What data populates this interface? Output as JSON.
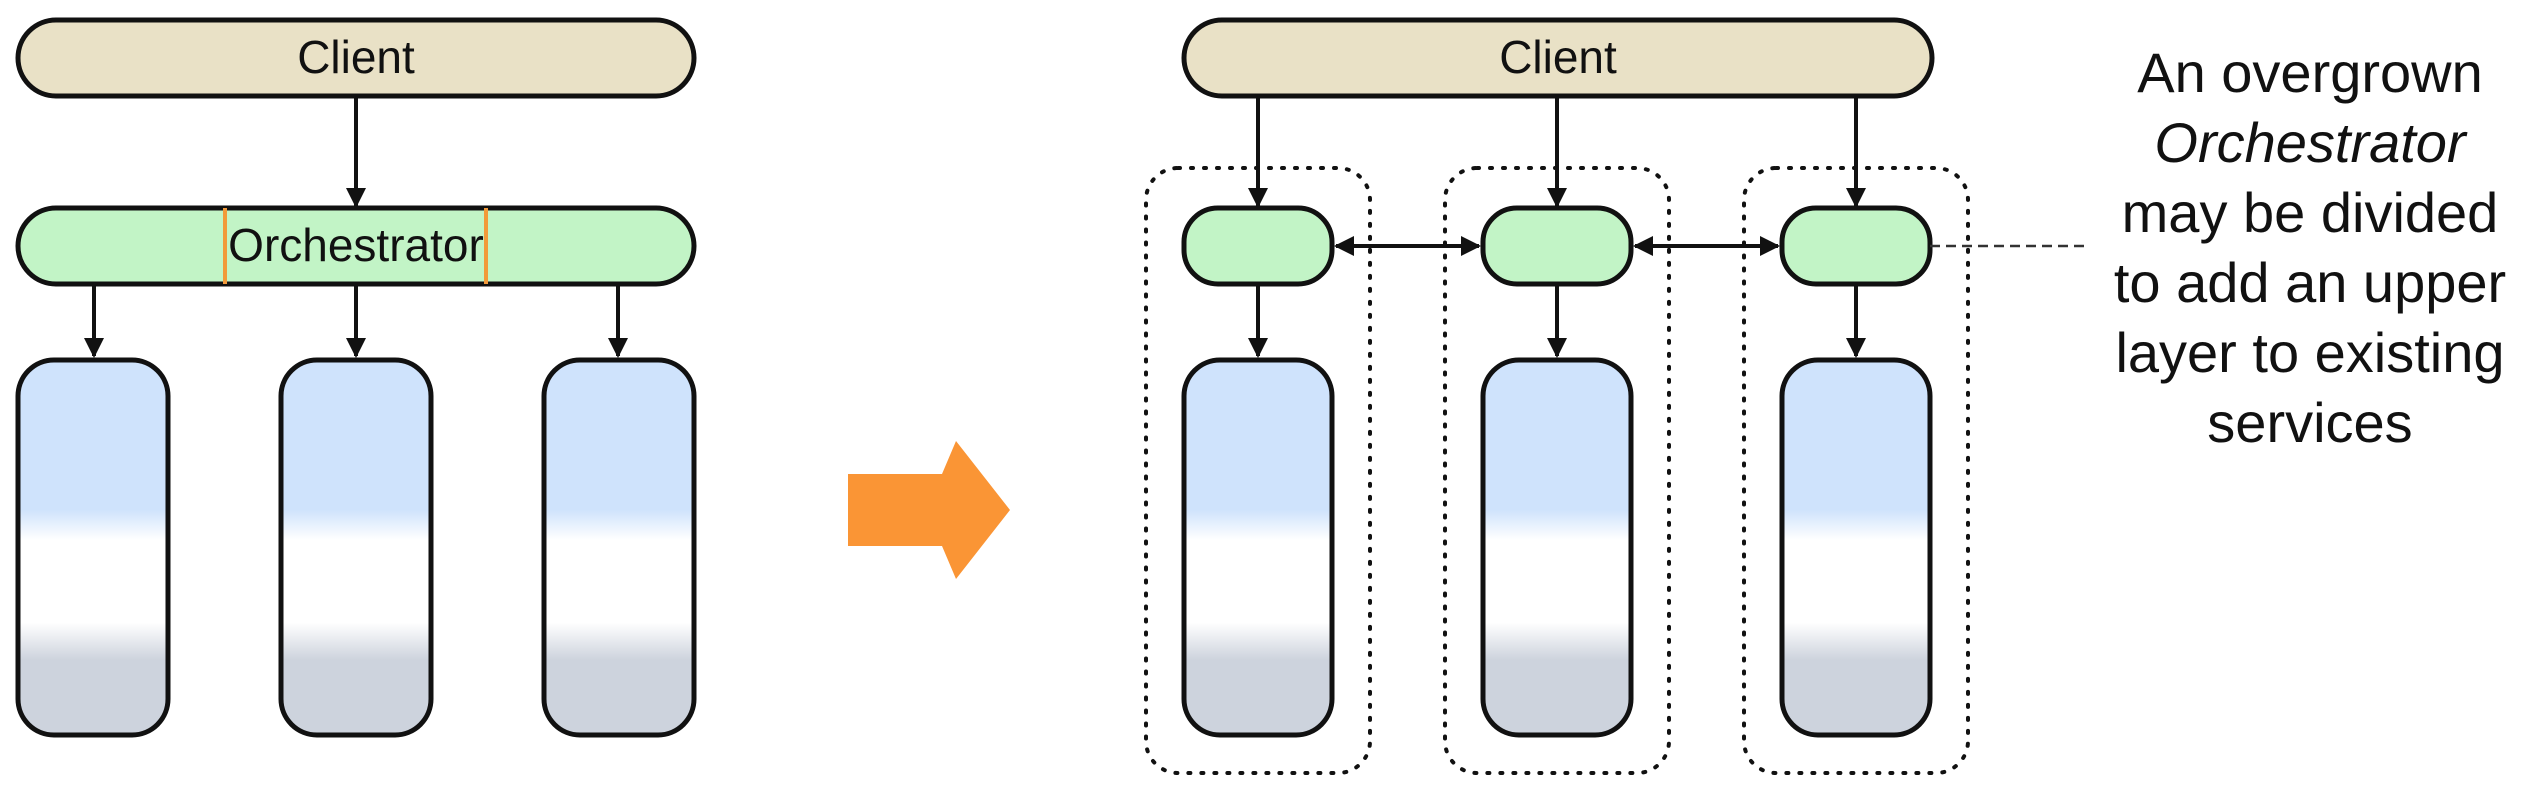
{
  "left": {
    "client_label": "Client",
    "orchestrator_label": "Orchestrator"
  },
  "right": {
    "client_label": "Client"
  },
  "note": {
    "line1": "An overgrown",
    "line2": "Orchestrator",
    "line3": "may be divided",
    "line4": "to add an upper",
    "line5": "layer to existing",
    "line6": "services"
  },
  "colors": {
    "client_fill": "#e9e1c6",
    "orchestrator_fill": "#c2f4c6",
    "service_top": "#cfe3fc",
    "service_bottom": "#cdd3dd",
    "divider_orange": "#f29a3a",
    "transform_arrow": "#fa9535",
    "stroke": "#111111"
  },
  "icons": {
    "transform_arrow": "right-arrow-icon"
  }
}
